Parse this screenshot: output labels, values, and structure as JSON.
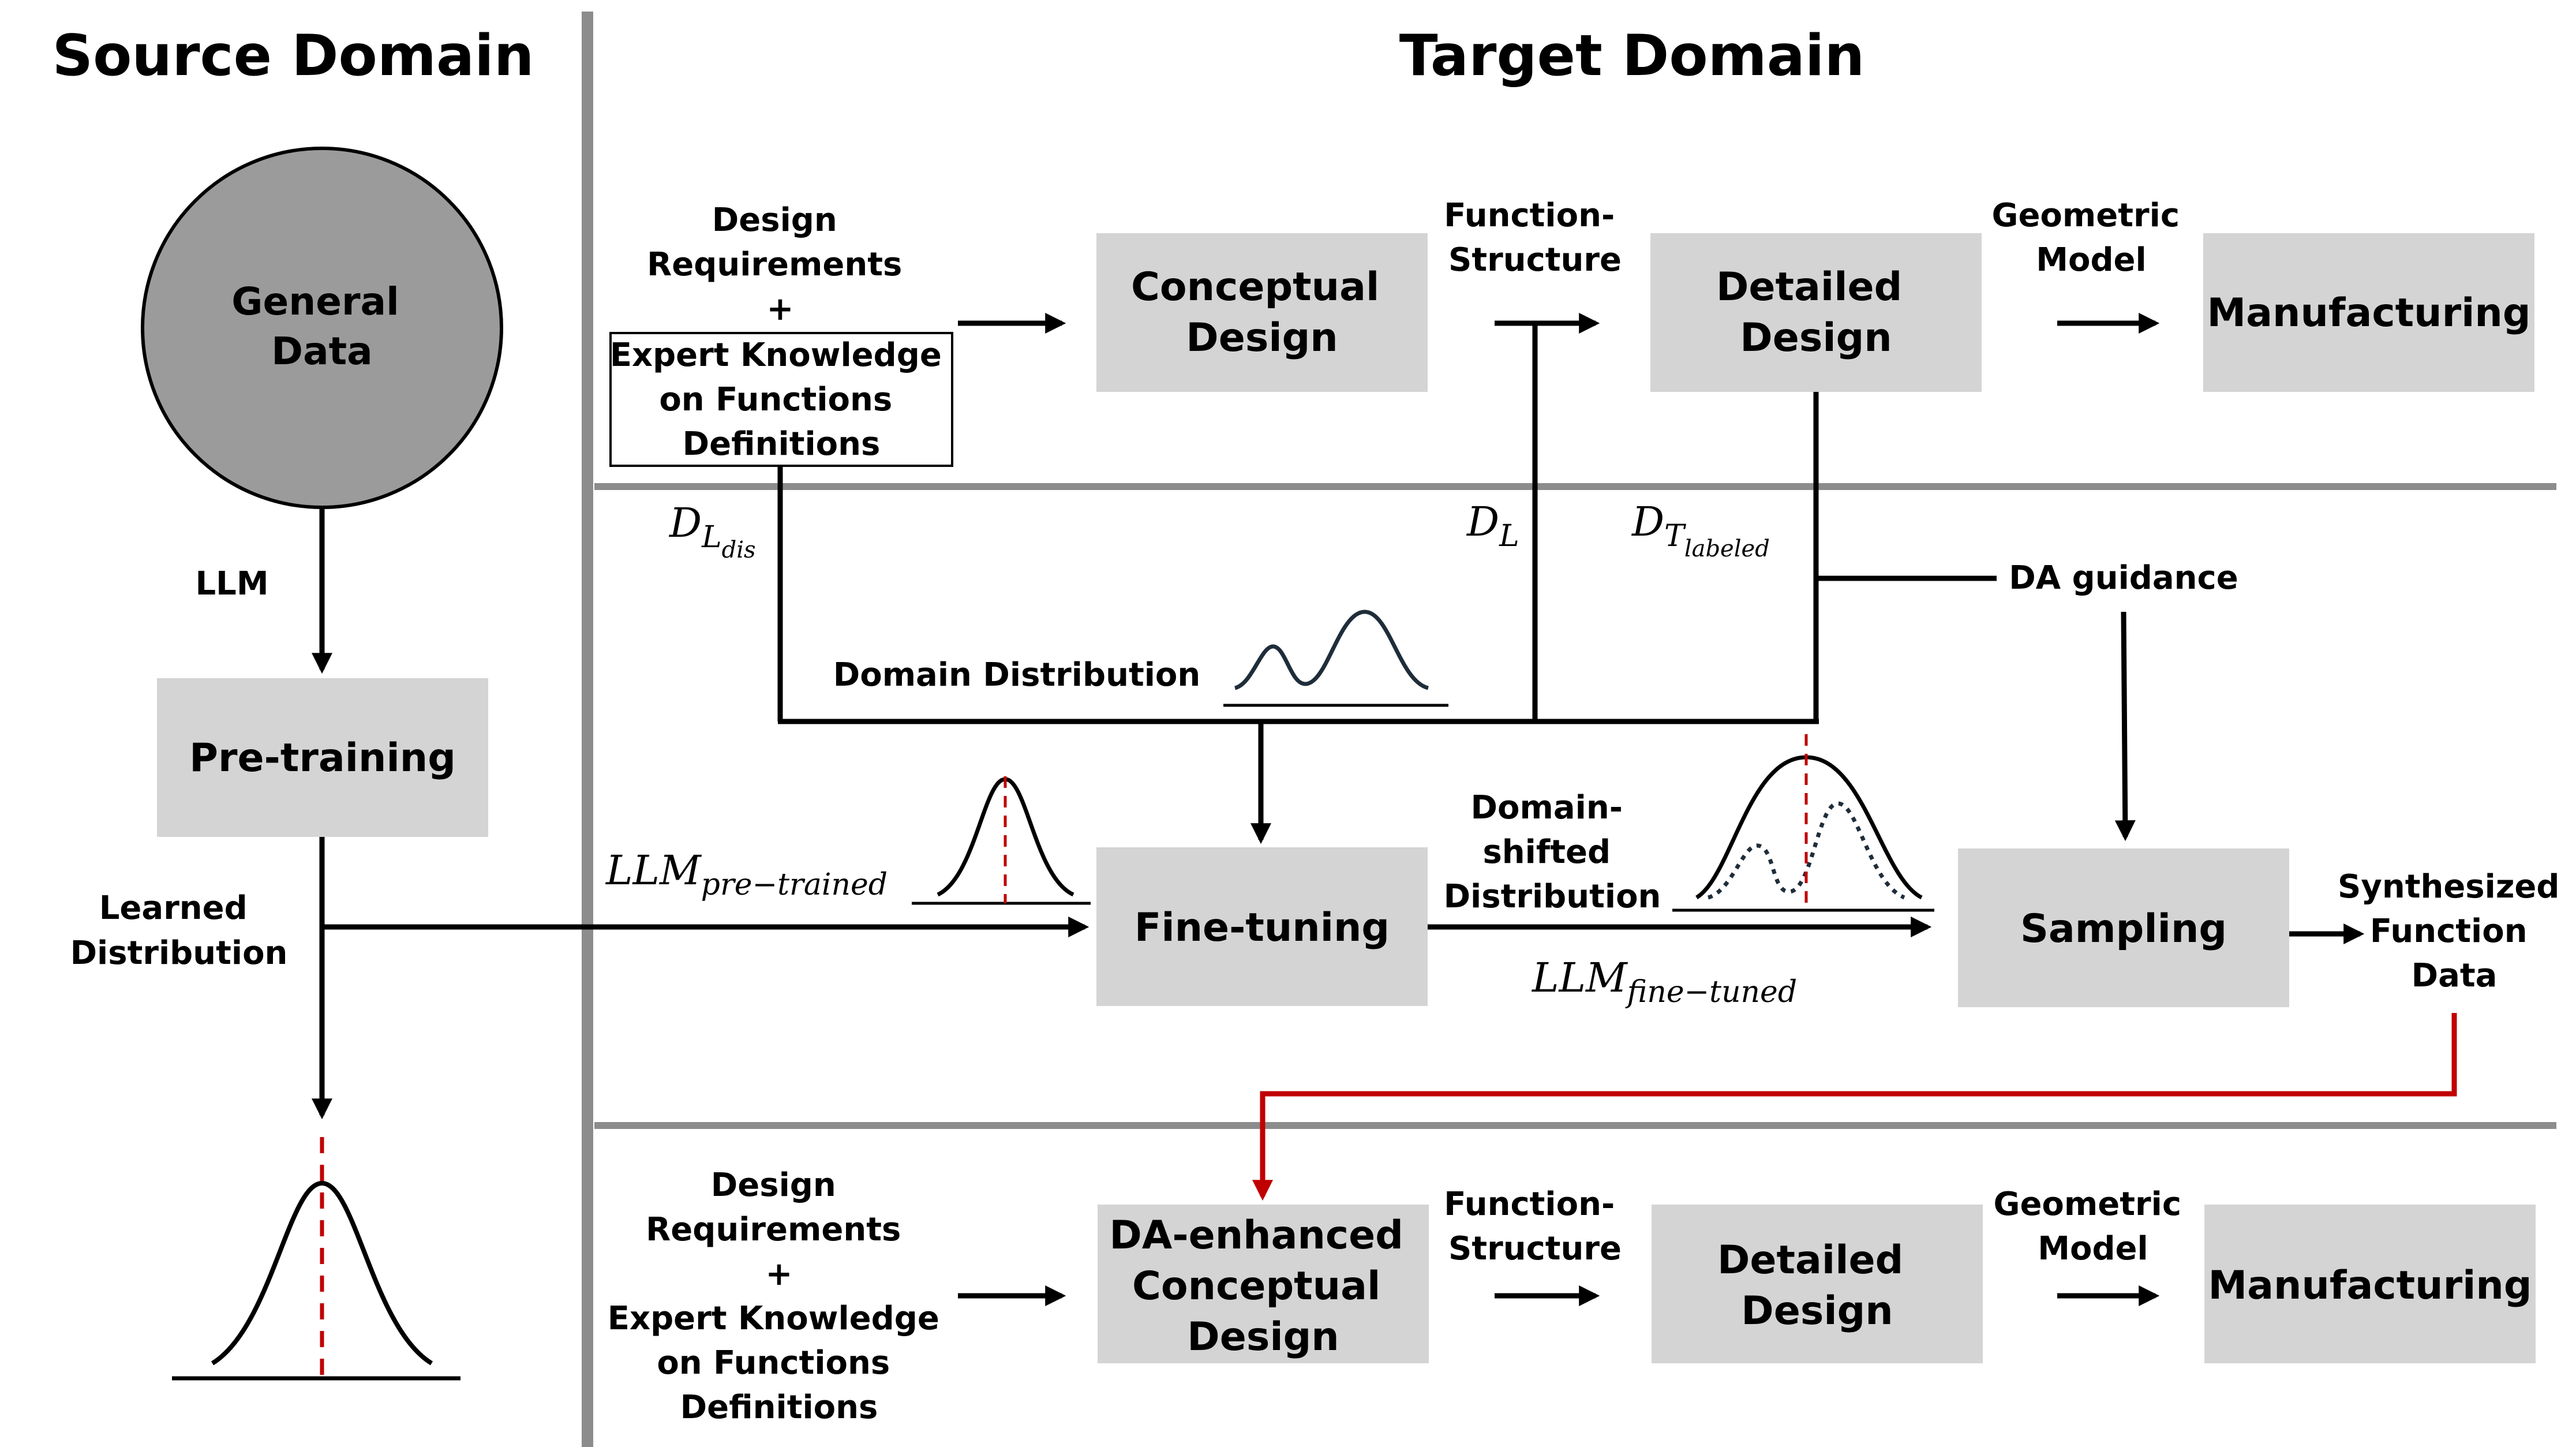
{
  "headers": {
    "source": "Source Domain",
    "target": "Target Domain"
  },
  "source": {
    "general_data": [
      "General",
      "Data"
    ],
    "llm": "LLM",
    "pretraining": "Pre-training",
    "learned_distribution": [
      "Learned",
      "Distribution"
    ]
  },
  "top_row": {
    "design_requirements": [
      "Design",
      "Requirements",
      "+"
    ],
    "expert_knowledge": [
      "Expert Knowledge",
      "on Functions",
      "Definitions"
    ],
    "conceptual_design": [
      "Conceptual",
      "Design"
    ],
    "function_structure": [
      "Function-",
      "Structure"
    ],
    "detailed_design": [
      "Detailed",
      "Design"
    ],
    "geometric_model": [
      "Geometric",
      "Model"
    ],
    "manufacturing": "Manufacturing"
  },
  "middle": {
    "d_l_dis": {
      "base": "D",
      "sub": "L",
      "subsub": "dis"
    },
    "d_l": {
      "base": "D",
      "sub": "L"
    },
    "d_t_labeled": {
      "base": "D",
      "sub": "T",
      "subsub": "labeled"
    },
    "da_guidance": "DA guidance",
    "domain_distribution": "Domain Distribution",
    "llm_pretrained": {
      "base": "LLM",
      "sub": "pre−trained"
    },
    "fine_tuning": "Fine-tuning",
    "domain_shifted": [
      "Domain-",
      "shifted",
      "Distribution"
    ],
    "llm_finetuned": {
      "base": "LLM",
      "sub": "fine−tuned"
    },
    "sampling": "Sampling",
    "synthesized": [
      "Synthesized",
      "Function",
      "Data"
    ]
  },
  "bottom_row": {
    "design_requirements": [
      "Design",
      "Requirements",
      "+"
    ],
    "expert_knowledge": [
      "Expert Knowledge",
      "on Functions",
      "Definitions"
    ],
    "da_conceptual_design": [
      "DA-enhanced",
      "Conceptual",
      "Design"
    ],
    "function_structure": [
      "Function-",
      "Structure"
    ],
    "detailed_design": [
      "Detailed",
      "Design"
    ],
    "geometric_model": [
      "Geometric",
      "Model"
    ],
    "manufacturing": "Manufacturing"
  },
  "colors": {
    "box_fill": "#d4d4d4",
    "circle_fill": "#9b9b9b",
    "divider": "#8c8c8c",
    "red_connector": "#c00000",
    "dashed_mean": "#c00000"
  }
}
